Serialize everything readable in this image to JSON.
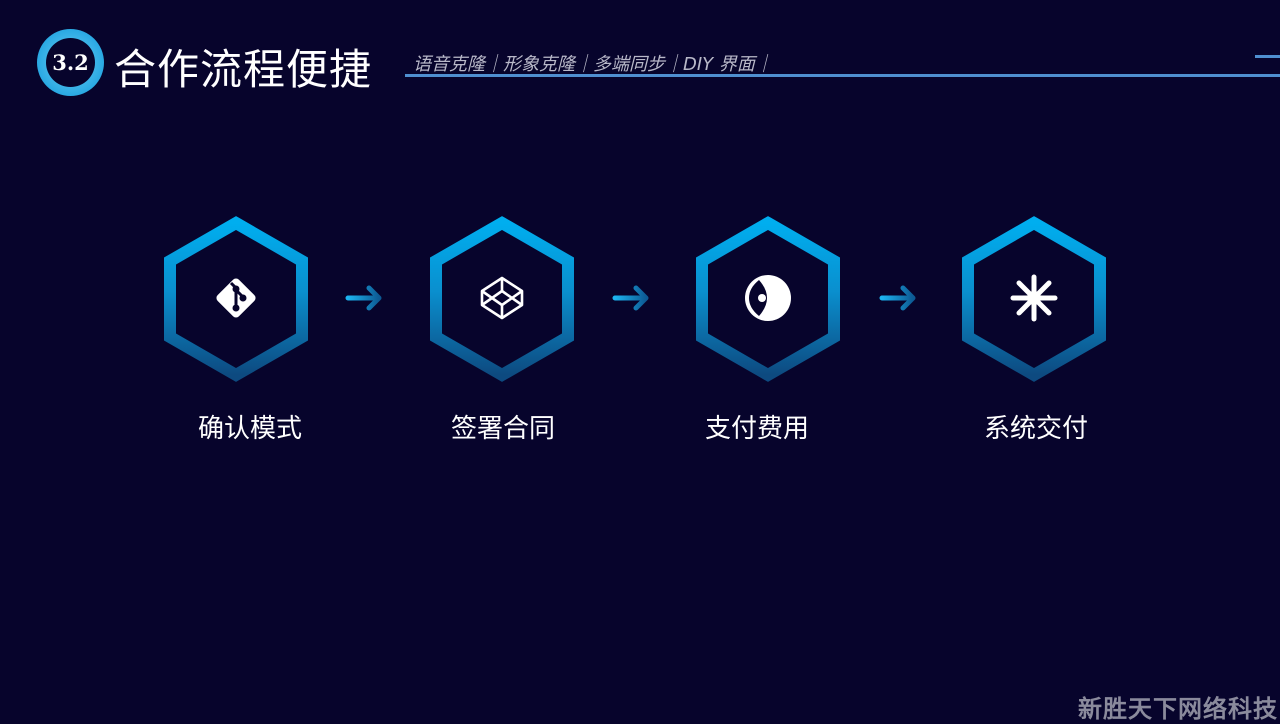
{
  "header": {
    "section_number": "3.2",
    "title": "合作流程便捷",
    "subtitle": "语音克隆｜形象克隆｜多端同步｜DIY 界面｜"
  },
  "steps": [
    {
      "label": "确认模式",
      "icon": "git-icon"
    },
    {
      "label": "签署合同",
      "icon": "codepen-icon"
    },
    {
      "label": "支付费用",
      "icon": "eye-circle-icon"
    },
    {
      "label": "系统交付",
      "icon": "asterisk-icon"
    }
  ],
  "footer": {
    "watermark": "新胜天下网络科技"
  },
  "colors": {
    "background": "#07042c",
    "accent_top": "#00aeef",
    "accent_bottom": "#0b4a80",
    "rule": "#4f8fd0"
  }
}
